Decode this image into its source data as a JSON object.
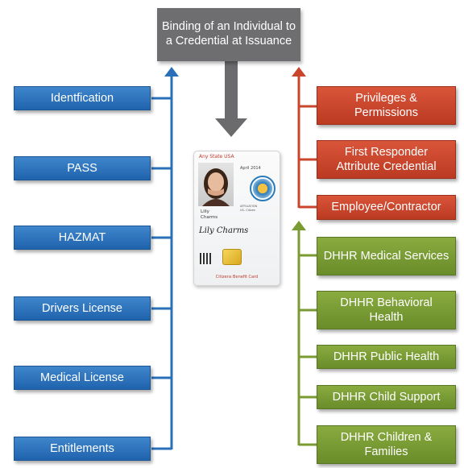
{
  "header": {
    "title": "Binding of an Individual to a Credential at Issuance"
  },
  "left_items": [
    "Identfication",
    "PASS",
    "HAZMAT",
    "Drivers License",
    "Medical License",
    "Entitlements"
  ],
  "right_red_items": [
    "Privileges & Permissions",
    "First Responder Attribute Credential",
    "Employee/Contractor"
  ],
  "right_green_items": [
    "DHHR Medical Services",
    "DHHR Behavioral Health",
    "DHHR Public Health",
    "DHHR Child Support",
    "DHHR Children & Families"
  ],
  "card": {
    "state": "Any State USA",
    "date": "April 2014",
    "first_name": "Lilly",
    "last_name": "Charms",
    "affiliation": [
      "AFFILIATION",
      "US- Citizen"
    ],
    "signature": "Lily Charms",
    "card_name": "Citizens Benefit Card"
  },
  "colors": {
    "blue": "#2a70b8",
    "red": "#c9452b",
    "green": "#7a9b32",
    "gray": "#6e6e70"
  }
}
